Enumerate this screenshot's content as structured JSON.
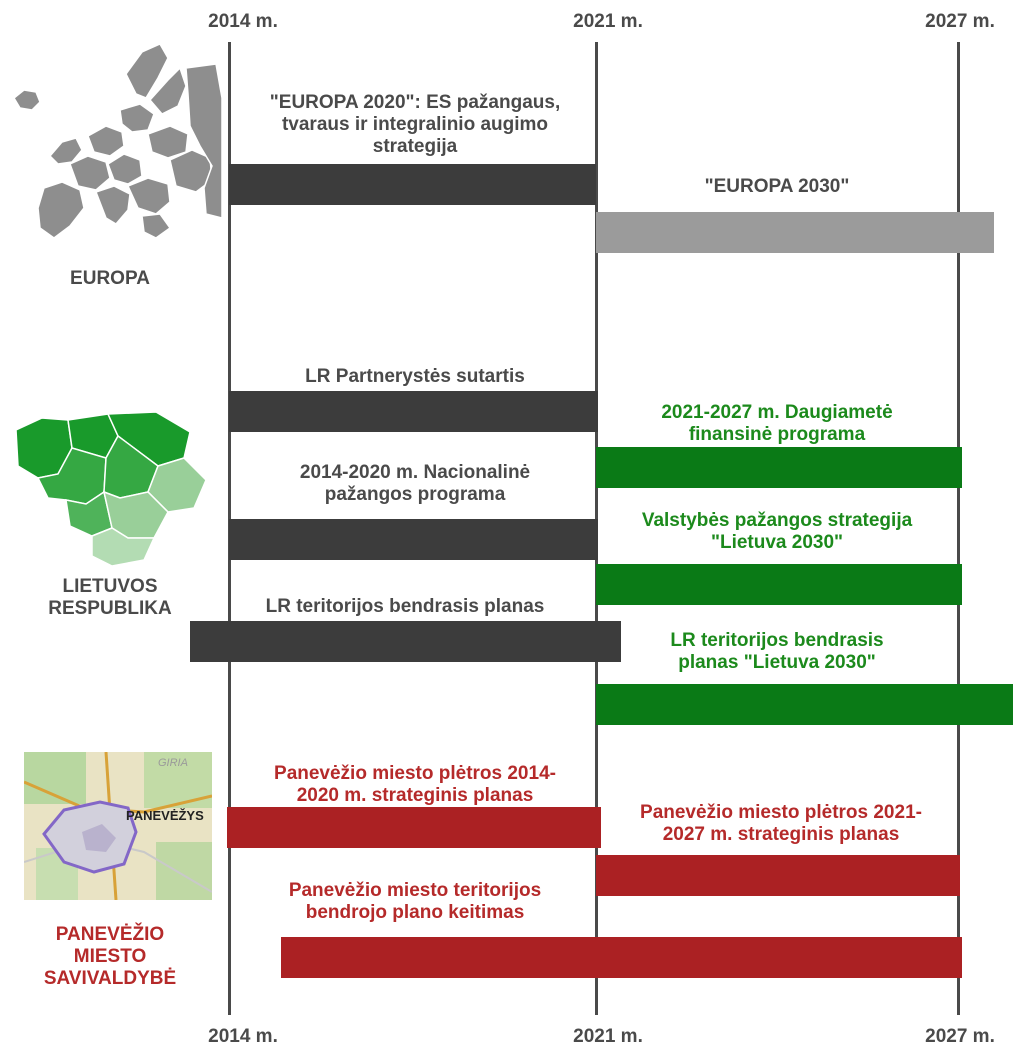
{
  "axis": {
    "top": [
      "2014 m.",
      "2021 m.",
      "2027 m."
    ],
    "bottom": [
      "2014 m.",
      "2021 m.",
      "2027 m."
    ]
  },
  "regions": {
    "europe": "EUROPA",
    "lithuania": [
      "LIETUVOS",
      "RESPUBLIKA"
    ],
    "panevezys": [
      "PANEVĖŽIO",
      "MIESTO",
      "SAVIVALDYBĖ"
    ]
  },
  "map_labels": {
    "girija": "GIRIA",
    "panevezys": "PANEVĖŽYS"
  },
  "items": {
    "europa2020": [
      "\"EUROPA 2020\": ES pažangaus,",
      "tvaraus ir integralinio augimo",
      "strategija"
    ],
    "europa2030": [
      "\"EUROPA 2030\""
    ],
    "partnerystes": [
      "LR Partnerystės sutartis"
    ],
    "daugiamete": [
      "2021-2027 m. Daugiametė",
      "finansinė programa"
    ],
    "nacionaline": [
      "2014-2020 m. Nacionalinė",
      "pažangos programa"
    ],
    "valstybes": [
      "Valstybės pažangos strategija",
      "\"Lietuva 2030\""
    ],
    "teritorijos": [
      "LR teritorijos bendrasis planas"
    ],
    "teritorijos2030": [
      "LR teritorijos bendrasis",
      "planas \"Lietuva 2030\""
    ],
    "pan2014": [
      "Panevėžio miesto plėtros 2014-",
      "2020 m. strateginis planas"
    ],
    "pan2021": [
      "Panevėžio miesto plėtros 2021-",
      "2027 m. strateginis planas"
    ],
    "pankeitimas": [
      "Panevėžio miesto teritorijos",
      "bendrojo plano keitimas"
    ]
  },
  "colors": {
    "dark_bar": "#3c3c3c",
    "light_bar": "#9b9b9b",
    "green": "#0a7a16",
    "red": "#ab2123",
    "axis": "#4a4a4a"
  }
}
